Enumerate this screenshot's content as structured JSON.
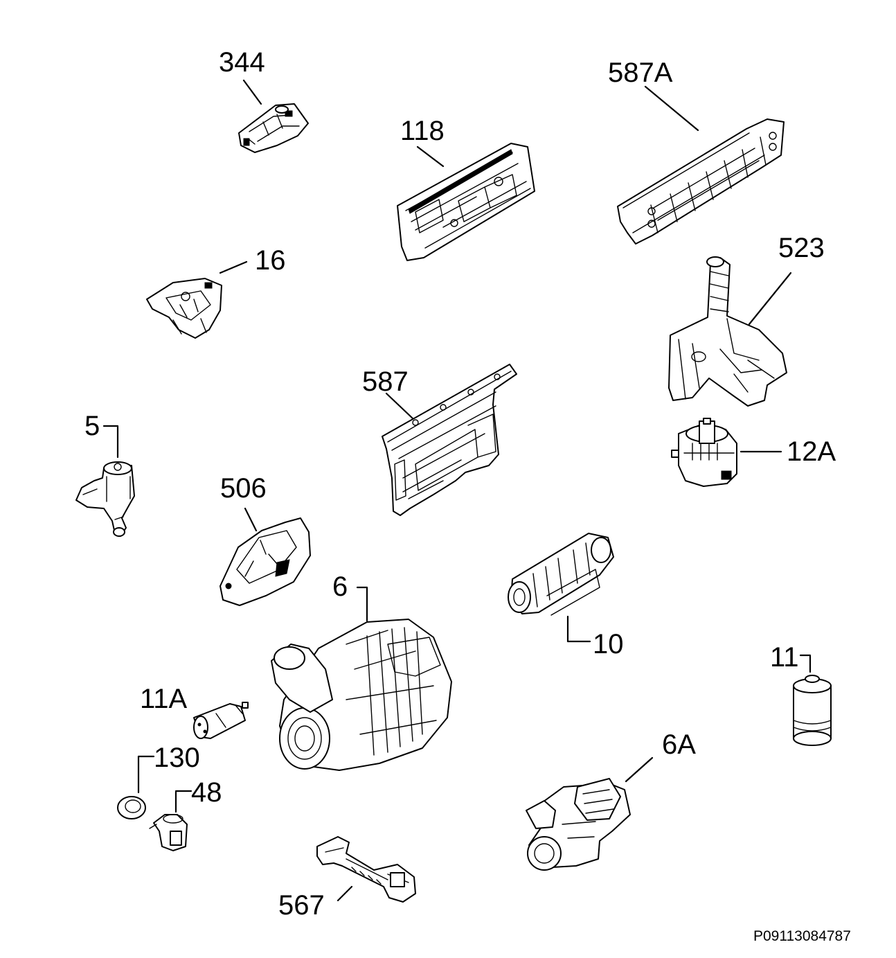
{
  "diagram_code": "P09113084787",
  "callouts": {
    "c344": "344",
    "c587A": "587A",
    "c118": "118",
    "c16": "16",
    "c523": "523",
    "c587": "587",
    "c5": "5",
    "c12A": "12A",
    "c506": "506",
    "c6": "6",
    "c10": "10",
    "c11": "11",
    "c11A": "11A",
    "c130": "130",
    "c48": "48",
    "c6A": "6A",
    "c567": "567"
  }
}
